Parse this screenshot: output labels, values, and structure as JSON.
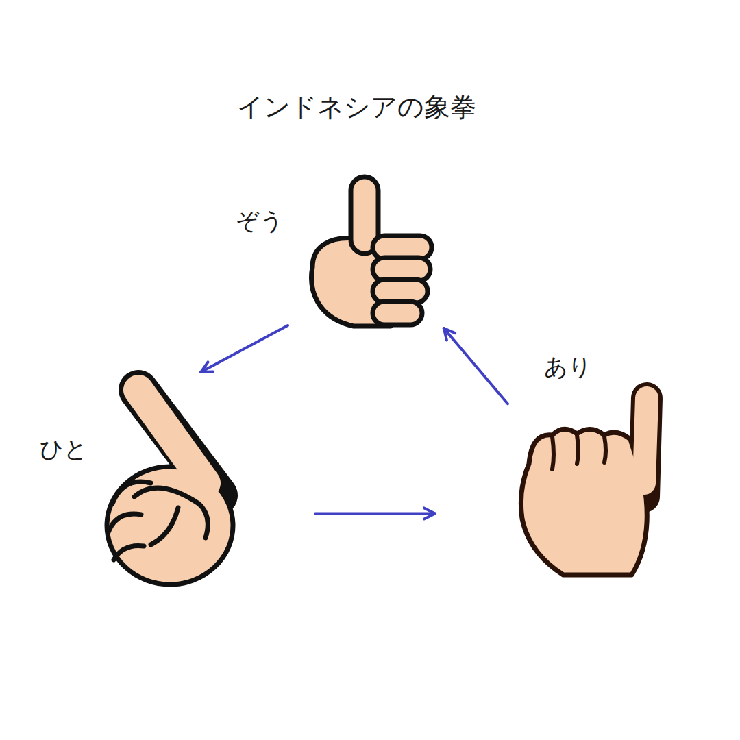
{
  "diagram": {
    "title": "インドネシアの象拳",
    "nodes": [
      {
        "text": [
          "ぞう"
        ]
      },
      {
        "text": [
          "ひと"
        ]
      },
      {
        "text": [
          "あり"
        ]
      }
    ],
    "edges": [
      {
        "from": 0,
        "to": 1,
        "arrow": "to"
      },
      {
        "from": 1,
        "to": 2,
        "arrow": "to"
      },
      {
        "from": 2,
        "to": 0,
        "arrow": "to"
      }
    ]
  }
}
